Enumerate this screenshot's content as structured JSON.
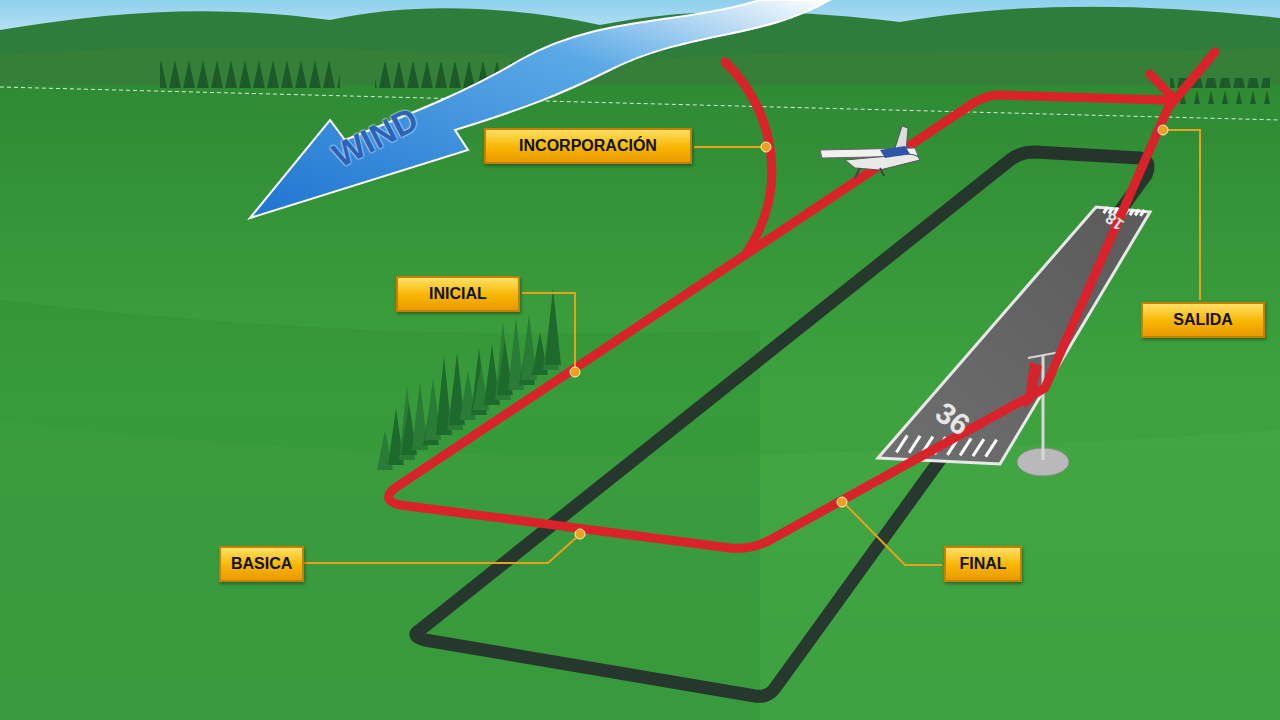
{
  "diagram": {
    "nodes": [
      {
        "text": [
          "INCORPORACIÓN"
        ]
      },
      {
        "text": [
          "INICIAL"
        ]
      },
      {
        "text": [
          "SALIDA"
        ]
      },
      {
        "text": [
          "BASICA"
        ]
      },
      {
        "text": [
          "FINAL"
        ]
      }
    ],
    "labels": [
      "WIND",
      "36",
      "18"
    ]
  }
}
